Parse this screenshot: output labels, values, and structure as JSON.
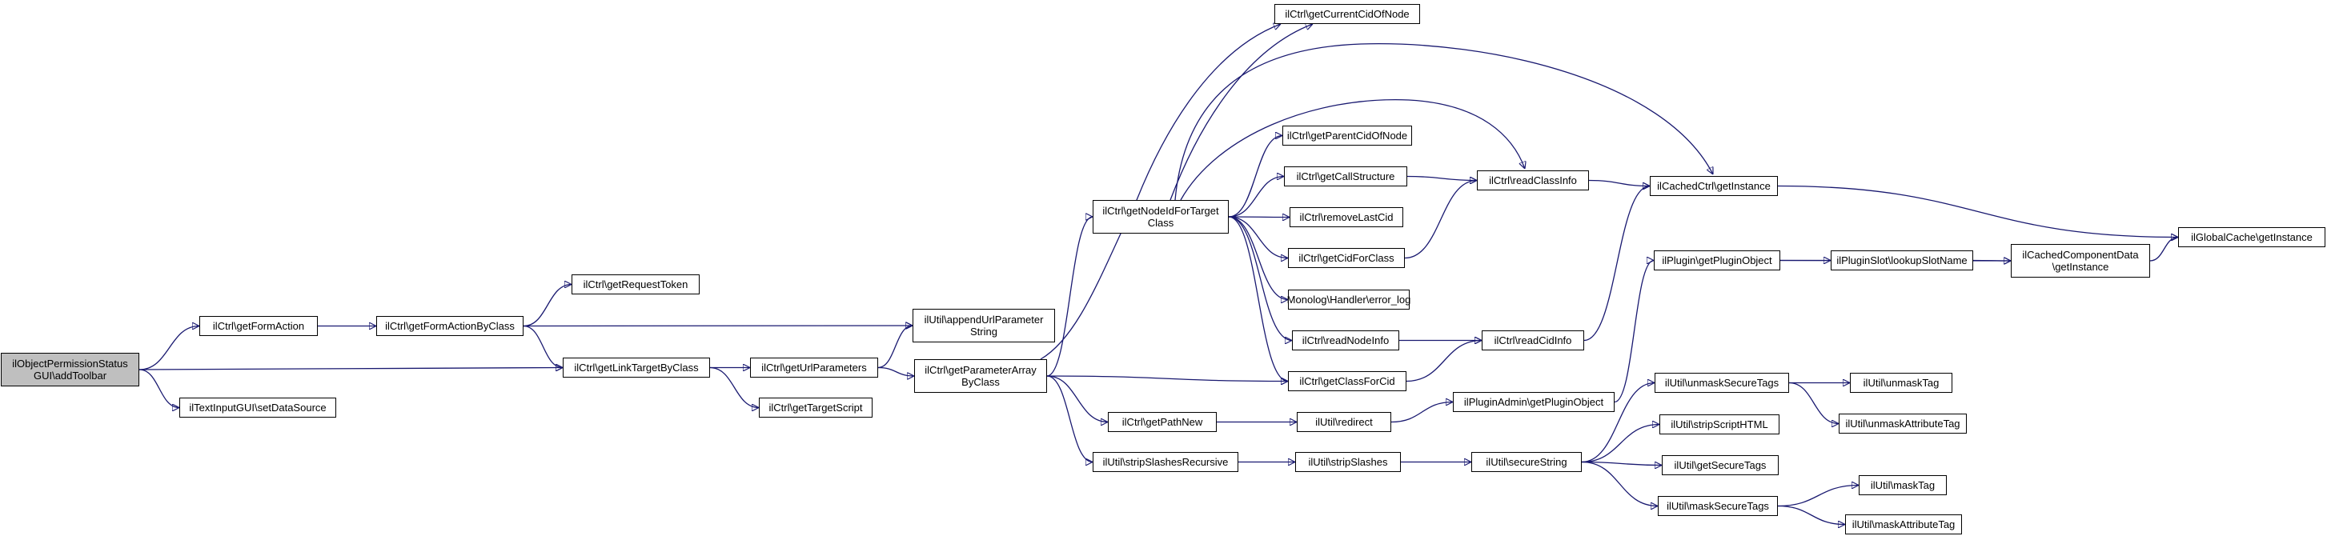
{
  "colors": {
    "edge": "#191970",
    "root_fill": "#bfbfbf",
    "node_fill": "#ffffff",
    "border": "#000000"
  },
  "nodes": [
    {
      "id": "root",
      "label": "ilObjectPermissionStatus\nGUI\\addToolbar",
      "root": true
    },
    {
      "id": "getFormAction",
      "label": "ilCtrl\\getFormAction"
    },
    {
      "id": "getFormActionByClass",
      "label": "ilCtrl\\getFormActionByClass"
    },
    {
      "id": "getRequestToken",
      "label": "ilCtrl\\getRequestToken"
    },
    {
      "id": "appendUrlParameterString",
      "label": "ilUtil\\appendUrlParameter\nString"
    },
    {
      "id": "getLinkTargetByClass",
      "label": "ilCtrl\\getLinkTargetByClass"
    },
    {
      "id": "getUrlParameters",
      "label": "ilCtrl\\getUrlParameters"
    },
    {
      "id": "getParameterArrayByClass",
      "label": "ilCtrl\\getParameterArray\nByClass"
    },
    {
      "id": "getTargetScript",
      "label": "ilCtrl\\getTargetScript"
    },
    {
      "id": "setDataSource",
      "label": "ilTextInputGUI\\setDataSource"
    },
    {
      "id": "getNodeIdForTargetClass",
      "label": "ilCtrl\\getNodeIdForTarget\nClass"
    },
    {
      "id": "getCurrentCidOfNode",
      "label": "ilCtrl\\getCurrentCidOfNode"
    },
    {
      "id": "getParentCidOfNode",
      "label": "ilCtrl\\getParentCidOfNode"
    },
    {
      "id": "getCallStructure",
      "label": "ilCtrl\\getCallStructure"
    },
    {
      "id": "removeLastCid",
      "label": "ilCtrl\\removeLastCid"
    },
    {
      "id": "getCidForClass",
      "label": "ilCtrl\\getCidForClass"
    },
    {
      "id": "errorLog",
      "label": "Monolog\\Handler\\error_log"
    },
    {
      "id": "readNodeInfo",
      "label": "ilCtrl\\readNodeInfo"
    },
    {
      "id": "getClassForCid",
      "label": "ilCtrl\\getClassForCid"
    },
    {
      "id": "readClassInfo",
      "label": "ilCtrl\\readClassInfo"
    },
    {
      "id": "readCidInfo",
      "label": "ilCtrl\\readCidInfo"
    },
    {
      "id": "cachedCtrlGetInstance",
      "label": "ilCachedCtrl\\getInstance"
    },
    {
      "id": "globalCacheGetInstance",
      "label": "ilGlobalCache\\getInstance"
    },
    {
      "id": "cachedComponentDataGetInstance",
      "label": "ilCachedComponentData\n\\getInstance"
    },
    {
      "id": "lookupSlotName",
      "label": "ilPluginSlot\\lookupSlotName"
    },
    {
      "id": "getPluginObject",
      "label": "ilPlugin\\getPluginObject"
    },
    {
      "id": "adminGetPluginObject",
      "label": "ilPluginAdmin\\getPluginObject"
    },
    {
      "id": "getPathNew",
      "label": "ilCtrl\\getPathNew"
    },
    {
      "id": "redirect",
      "label": "ilUtil\\redirect"
    },
    {
      "id": "stripSlashesRecursive",
      "label": "ilUtil\\stripSlashesRecursive"
    },
    {
      "id": "stripSlashes",
      "label": "ilUtil\\stripSlashes"
    },
    {
      "id": "secureString",
      "label": "ilUtil\\secureString"
    },
    {
      "id": "unmaskSecureTags",
      "label": "ilUtil\\unmaskSecureTags"
    },
    {
      "id": "unmaskTag",
      "label": "ilUtil\\unmaskTag"
    },
    {
      "id": "unmaskAttributeTag",
      "label": "ilUtil\\unmaskAttributeTag"
    },
    {
      "id": "stripScriptHTML",
      "label": "ilUtil\\stripScriptHTML"
    },
    {
      "id": "getSecureTags",
      "label": "ilUtil\\getSecureTags"
    },
    {
      "id": "maskSecureTags",
      "label": "ilUtil\\maskSecureTags"
    },
    {
      "id": "maskTag",
      "label": "ilUtil\\maskTag"
    },
    {
      "id": "maskAttributeTag",
      "label": "ilUtil\\maskAttributeTag"
    }
  ],
  "edges": [
    [
      "root",
      "getFormAction"
    ],
    [
      "root",
      "getLinkTargetByClass"
    ],
    [
      "root",
      "setDataSource"
    ],
    [
      "getFormAction",
      "getFormActionByClass"
    ],
    [
      "getFormActionByClass",
      "getRequestToken"
    ],
    [
      "getFormActionByClass",
      "appendUrlParameterString"
    ],
    [
      "getFormActionByClass",
      "getLinkTargetByClass"
    ],
    [
      "getLinkTargetByClass",
      "getUrlParameters"
    ],
    [
      "getLinkTargetByClass",
      "getTargetScript"
    ],
    [
      "getUrlParameters",
      "appendUrlParameterString"
    ],
    [
      "getUrlParameters",
      "getParameterArrayByClass"
    ],
    [
      "getParameterArrayByClass",
      "getNodeIdForTargetClass"
    ],
    [
      "getParameterArrayByClass",
      "getCurrentCidOfNode"
    ],
    [
      "getParameterArrayByClass",
      "getClassForCid"
    ],
    [
      "getParameterArrayByClass",
      "getPathNew"
    ],
    [
      "getParameterArrayByClass",
      "stripSlashesRecursive"
    ],
    [
      "getNodeIdForTargetClass",
      "getCurrentCidOfNode"
    ],
    [
      "getNodeIdForTargetClass",
      "getParentCidOfNode"
    ],
    [
      "getNodeIdForTargetClass",
      "getCallStructure"
    ],
    [
      "getNodeIdForTargetClass",
      "removeLastCid"
    ],
    [
      "getNodeIdForTargetClass",
      "getCidForClass"
    ],
    [
      "getNodeIdForTargetClass",
      "errorLog"
    ],
    [
      "getNodeIdForTargetClass",
      "readNodeInfo"
    ],
    [
      "getNodeIdForTargetClass",
      "getClassForCid"
    ],
    [
      "getNodeIdForTargetClass",
      "readClassInfo"
    ],
    [
      "getNodeIdForTargetClass",
      "cachedCtrlGetInstance"
    ],
    [
      "getCallStructure",
      "readClassInfo"
    ],
    [
      "getCidForClass",
      "readClassInfo"
    ],
    [
      "readNodeInfo",
      "readCidInfo"
    ],
    [
      "getClassForCid",
      "readCidInfo"
    ],
    [
      "readClassInfo",
      "cachedCtrlGetInstance"
    ],
    [
      "readCidInfo",
      "cachedCtrlGetInstance"
    ],
    [
      "cachedCtrlGetInstance",
      "globalCacheGetInstance"
    ],
    [
      "cachedComponentDataGetInstance",
      "globalCacheGetInstance"
    ],
    [
      "lookupSlotName",
      "cachedComponentDataGetInstance"
    ],
    [
      "getPluginObject",
      "lookupSlotName"
    ],
    [
      "getPluginObject",
      "cachedComponentDataGetInstance"
    ],
    [
      "adminGetPluginObject",
      "getPluginObject"
    ],
    [
      "getPathNew",
      "redirect"
    ],
    [
      "redirect",
      "adminGetPluginObject"
    ],
    [
      "stripSlashesRecursive",
      "stripSlashes"
    ],
    [
      "stripSlashes",
      "secureString"
    ],
    [
      "secureString",
      "unmaskSecureTags"
    ],
    [
      "secureString",
      "stripScriptHTML"
    ],
    [
      "secureString",
      "getSecureTags"
    ],
    [
      "secureString",
      "maskSecureTags"
    ],
    [
      "unmaskSecureTags",
      "unmaskTag"
    ],
    [
      "unmaskSecureTags",
      "unmaskAttributeTag"
    ],
    [
      "maskSecureTags",
      "maskTag"
    ],
    [
      "maskSecureTags",
      "maskAttributeTag"
    ]
  ]
}
